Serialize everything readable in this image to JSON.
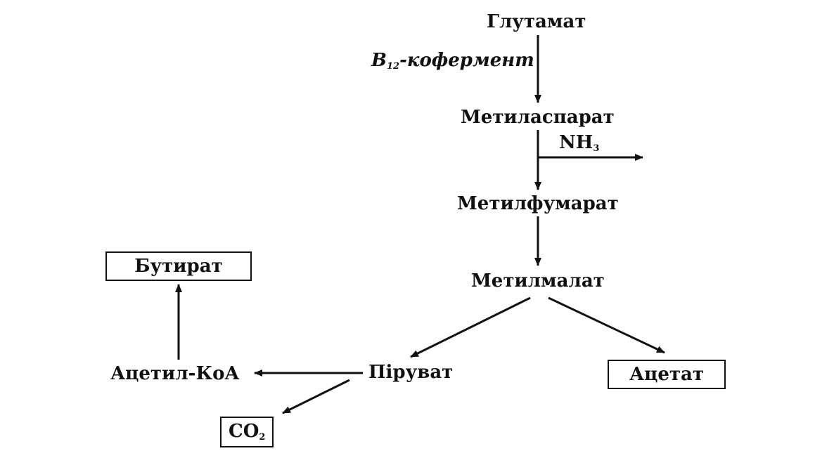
{
  "nodes": {
    "glutamate": "Глутамат",
    "methylaspartate": "Метиласпарат",
    "methylfumarate": "Метилфумарат",
    "methylmalate": "Метилмалат",
    "pyruvate": "Піруват",
    "acetyl_coa": "Ацетил-КоА",
    "butyrate": "Бутират",
    "acetate": "Ацетат",
    "co2_main": "CO",
    "co2_sub": "2"
  },
  "labels": {
    "cofactor_main": "B",
    "cofactor_sub": "12",
    "cofactor_rest": "-кофермент",
    "nh3_main": "NH",
    "nh3_sub": "3"
  },
  "colors": {
    "line": "#111111",
    "background": "#ffffff"
  }
}
